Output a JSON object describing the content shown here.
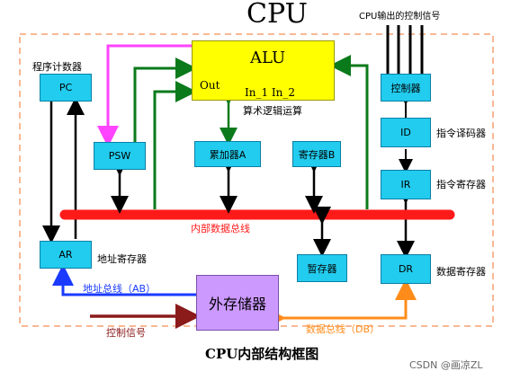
{
  "title": "CPU",
  "caption": "CPU内部结构框图",
  "watermark": "CSDN @画凉ZL",
  "alu": {
    "name": "ALU",
    "out": "Out",
    "inputs": "In_1 In_2",
    "caption": "算术逻辑运算"
  },
  "blocks": {
    "pc": "PC",
    "pc_caption": "程序计数器",
    "psw": "PSW",
    "acc": "累加器A",
    "regb": "寄存器B",
    "ctrl": "控制器",
    "ctrl_caption": "CPU输出的控制信号",
    "id": "ID",
    "id_caption": "指令译码器",
    "ir": "IR",
    "ir_caption": "指令寄存器",
    "ar": "AR",
    "ar_caption": "地址寄存器",
    "temp": "暂存器",
    "dr": "DR",
    "dr_caption": "数据寄存器",
    "memory": "外存储器"
  },
  "bus": {
    "internal": "内部数据总线",
    "address": "地址总线（AB）",
    "data": "数据总线（DB）",
    "control": "控制信号"
  },
  "colors": {
    "bus": "#ff1a1a",
    "alu": "#ffff00",
    "cyan": "#22ccee",
    "memory": "#cc99ff",
    "green": "#0a7a1a",
    "magenta": "#ff44ff",
    "blue": "#1a3bff",
    "orange": "#ff8c1a",
    "darkred": "#8b1a1a",
    "dashed": "#f5a070"
  }
}
